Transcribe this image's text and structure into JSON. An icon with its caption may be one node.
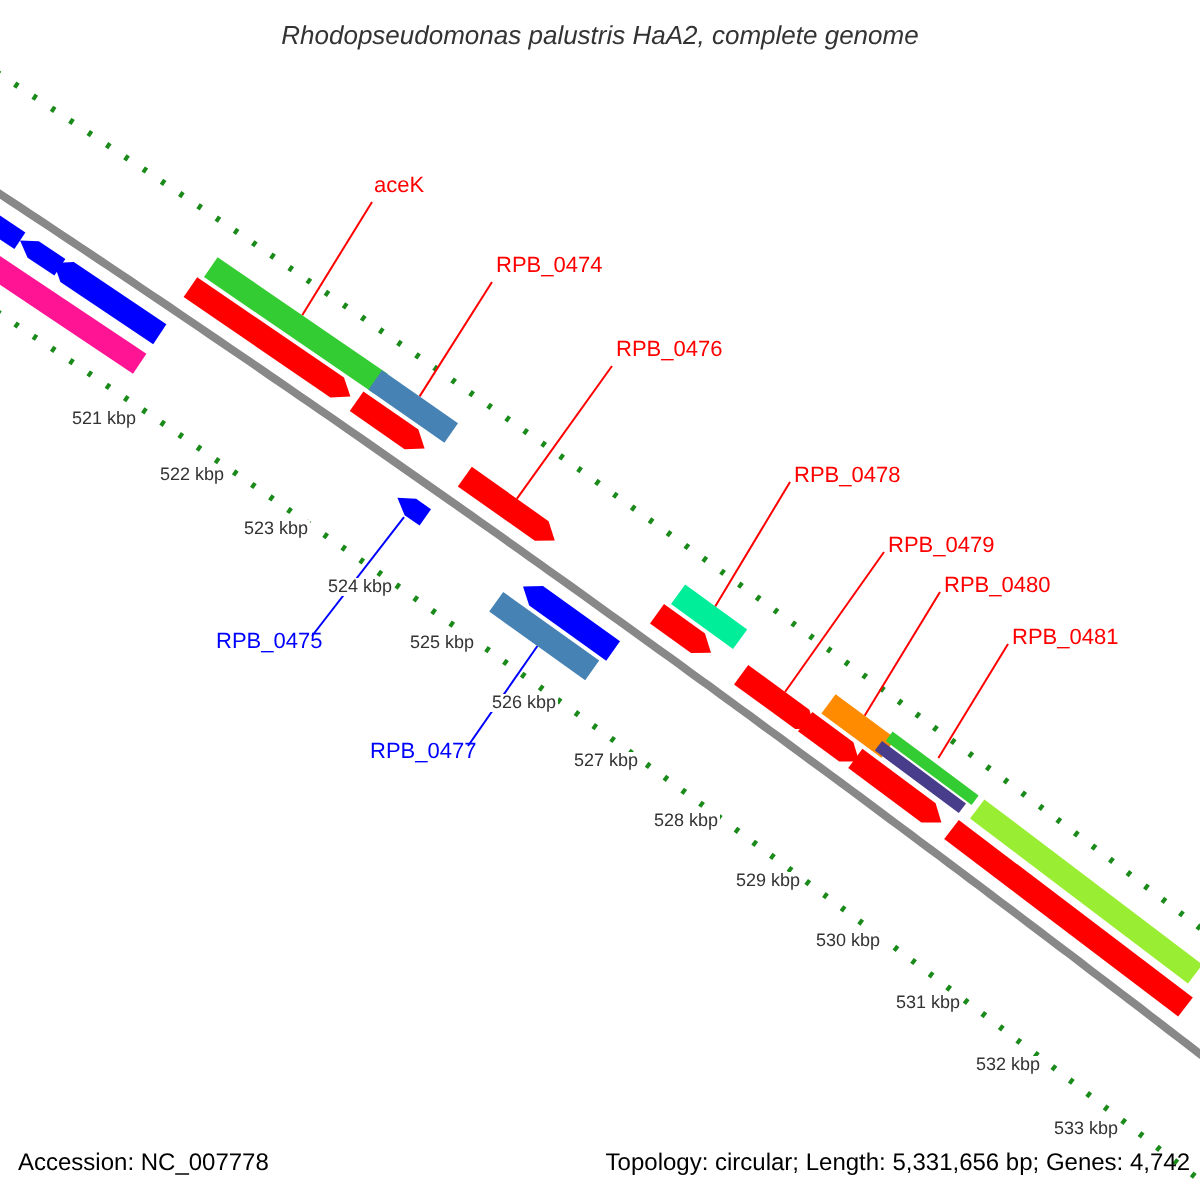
{
  "diagram": {
    "title": "Rhodopseudomonas palustris HaA2, complete genome",
    "nodes": [
      {
        "text": [
          "aceK"
        ]
      },
      {
        "text": [
          "RPB_0474"
        ]
      },
      {
        "text": [
          "RPB_0476"
        ]
      },
      {
        "text": [
          "RPB_0478"
        ]
      },
      {
        "text": [
          "RPB_0479"
        ]
      },
      {
        "text": [
          "RPB_0480"
        ]
      },
      {
        "text": [
          "RPB_0481"
        ]
      },
      {
        "text": [
          "RPB_0475"
        ]
      },
      {
        "text": [
          "RPB_0477"
        ]
      },
      {
        "text": [],
        "shape": "bar"
      },
      {
        "text": [],
        "shape": "bar"
      },
      {
        "text": [],
        "shape": "bar"
      },
      {
        "text": [],
        "shape": "bar"
      },
      {
        "text": [],
        "shape": "bar"
      },
      {
        "text": [],
        "shape": "bar"
      },
      {
        "text": [],
        "shape": "bar"
      },
      {
        "text": [],
        "shape": "bar"
      },
      {
        "text": [],
        "shape": "bar"
      },
      {
        "text": [],
        "shape": "bar"
      },
      {
        "text": [],
        "shape": "bar"
      },
      {
        "text": [],
        "shape": "bar"
      },
      {
        "text": [],
        "shape": "bar"
      },
      {
        "text": [],
        "shape": "bar"
      },
      {
        "text": [],
        "shape": "bar"
      },
      {
        "text": [],
        "shape": "bar"
      },
      {
        "text": [],
        "shape": "bar"
      },
      {
        "text": [],
        "shape": "bar"
      },
      {
        "text": [],
        "shape": "bar"
      },
      {
        "text": [],
        "shape": "bar"
      },
      {
        "text": [],
        "shape": "bar"
      },
      {
        "text": [],
        "shape": "bar"
      }
    ],
    "edges": [
      {
        "from": 0,
        "to": 9,
        "arrow": "none"
      },
      {
        "from": 1,
        "to": 10,
        "arrow": "none"
      },
      {
        "from": 2,
        "to": 11,
        "arrow": "none"
      },
      {
        "from": 3,
        "to": 12,
        "arrow": "none"
      },
      {
        "from": 4,
        "to": 13,
        "arrow": "none"
      },
      {
        "from": 5,
        "to": 14,
        "arrow": "none"
      },
      {
        "from": 6,
        "to": 15,
        "arrow": "none"
      },
      {
        "from": 7,
        "to": 16,
        "arrow": "none",
        "color": "#0000ff"
      },
      {
        "from": 8,
        "to": 17,
        "arrow": "none",
        "color": "#0000ff"
      }
    ],
    "labels": [
      "521 kbp",
      "522 kbp",
      "523 kbp",
      "524 kbp",
      "525 kbp",
      "526 kbp",
      "527 kbp",
      "528 kbp",
      "529 kbp",
      "530 kbp",
      "531 kbp",
      "532 kbp",
      "533 kbp",
      "Accession: NC_007778",
      "Topology: circular; Length: 5,331,656 bp; Genes: 4,742"
    ]
  }
}
